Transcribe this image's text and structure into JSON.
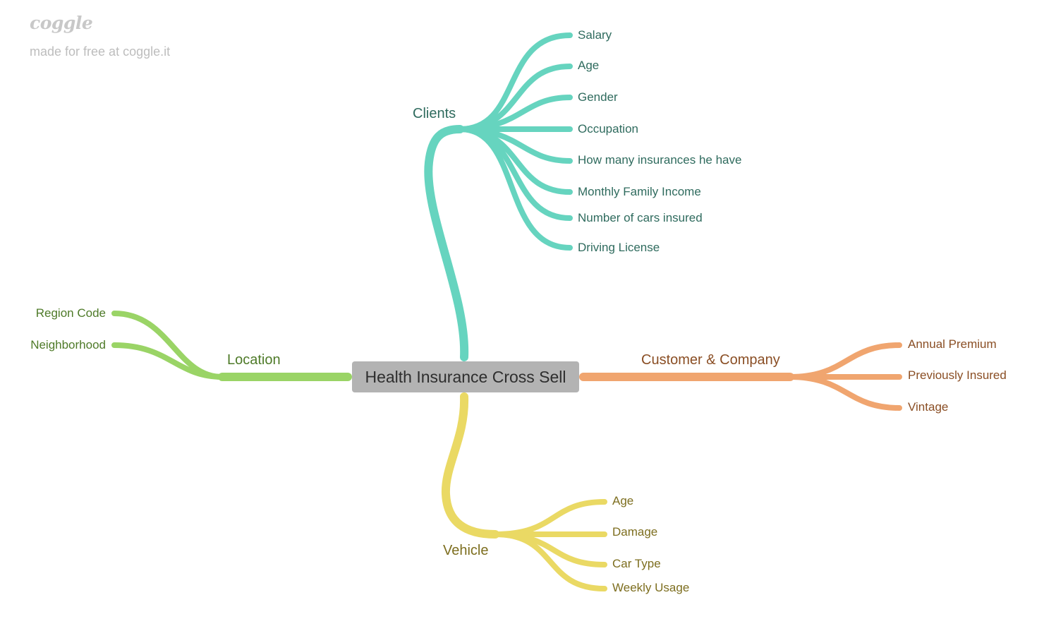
{
  "watermark": {
    "logo": "coggle",
    "tagline": "made for free at coggle.it"
  },
  "central": "Health Insurance Cross Sell",
  "branches": {
    "clients": {
      "label": "Clients",
      "color": "#66d4bf",
      "text_color": "#2f6b5e",
      "leaves": [
        "Salary",
        "Age",
        "Gender",
        "Occupation",
        "How many insurances he have",
        "Monthly Family Income",
        "Number of cars insured",
        "Driving License"
      ]
    },
    "location": {
      "label": "Location",
      "color": "#9ad466",
      "text_color": "#4e7a28",
      "leaves": [
        "Region Code",
        "Neighborhood"
      ]
    },
    "customer": {
      "label": "Customer & Company",
      "color": "#f0a56f",
      "text_color": "#8a4e24",
      "leaves": [
        "Annual Premium",
        "Previously Insured",
        "Vintage"
      ]
    },
    "vehicle": {
      "label": "Vehicle",
      "color": "#ead964",
      "text_color": "#7d6e1f",
      "leaves": [
        "Age",
        "Damage",
        "Car Type",
        "Weekly Usage"
      ]
    }
  }
}
